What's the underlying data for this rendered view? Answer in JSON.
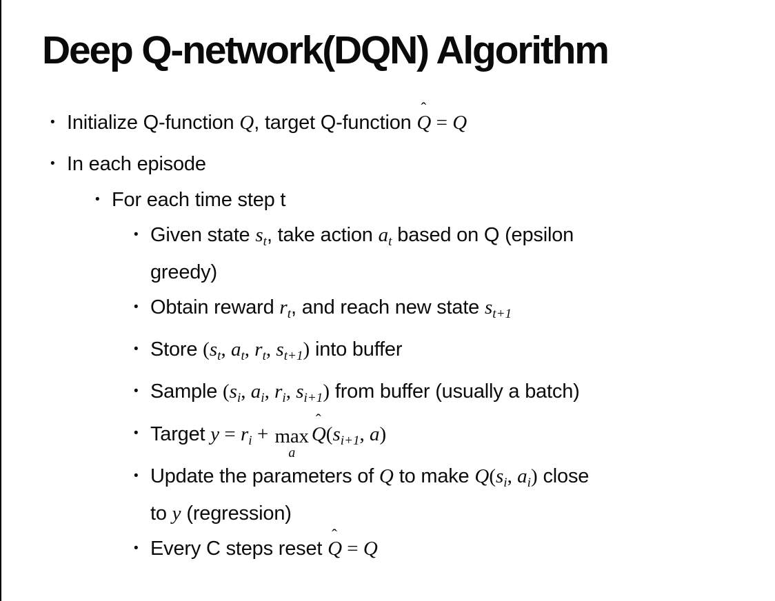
{
  "slide": {
    "title": "Deep Q-network(DQN) Algorithm",
    "bullet_glyph": "•",
    "hat_mark": "ˆ",
    "text_color": "#0b0b0b",
    "background_color": "#ffffff",
    "border_color": "#000000",
    "bullets": [
      {
        "level": 1,
        "seg": [
          {
            "t": "p",
            "v": "Initialize Q-function "
          },
          {
            "t": "i",
            "v": "Q"
          },
          {
            "t": "p",
            "v": ", target Q-function "
          },
          {
            "t": "hat",
            "v": "Q"
          },
          {
            "t": "r",
            "v": " = "
          },
          {
            "t": "i",
            "v": "Q"
          }
        ]
      },
      {
        "level": 1,
        "seg": [
          {
            "t": "p",
            "v": "In each episode"
          }
        ]
      },
      {
        "level": 2,
        "seg": [
          {
            "t": "p",
            "v": "For each time step t"
          }
        ]
      },
      {
        "level": 3,
        "seg": [
          {
            "t": "p",
            "v": "Given state "
          },
          {
            "t": "is",
            "v": "s",
            "sub": "t"
          },
          {
            "t": "p",
            "v": ", take action "
          },
          {
            "t": "is",
            "v": "a",
            "sub": "t"
          },
          {
            "t": "p",
            "v": " based on Q (epsilon"
          },
          {
            "t": "br"
          },
          {
            "t": "p",
            "v": "greedy)"
          }
        ]
      },
      {
        "level": 3,
        "seg": [
          {
            "t": "p",
            "v": "Obtain reward "
          },
          {
            "t": "is",
            "v": "r",
            "sub": "t"
          },
          {
            "t": "p",
            "v": ", and reach new state "
          },
          {
            "t": "is",
            "v": "s",
            "sub": "t+1"
          }
        ]
      },
      {
        "level": 3,
        "seg": [
          {
            "t": "p",
            "v": "Store "
          },
          {
            "t": "r",
            "v": "("
          },
          {
            "t": "is",
            "v": "s",
            "sub": "t"
          },
          {
            "t": "r",
            "v": ", "
          },
          {
            "t": "is",
            "v": "a",
            "sub": "t"
          },
          {
            "t": "r",
            "v": ", "
          },
          {
            "t": "is",
            "v": "r",
            "sub": "t"
          },
          {
            "t": "r",
            "v": ", "
          },
          {
            "t": "is",
            "v": "s",
            "sub": "t+1"
          },
          {
            "t": "r",
            "v": ")"
          },
          {
            "t": "p",
            "v": " into buffer"
          }
        ]
      },
      {
        "level": 3,
        "seg": [
          {
            "t": "p",
            "v": "Sample "
          },
          {
            "t": "r",
            "v": "("
          },
          {
            "t": "is",
            "v": "s",
            "sub": "i"
          },
          {
            "t": "r",
            "v": ", "
          },
          {
            "t": "is",
            "v": "a",
            "sub": "i"
          },
          {
            "t": "r",
            "v": ", "
          },
          {
            "t": "is",
            "v": "r",
            "sub": "i"
          },
          {
            "t": "r",
            "v": ", "
          },
          {
            "t": "is",
            "v": "s",
            "sub": "i+1"
          },
          {
            "t": "r",
            "v": ")"
          },
          {
            "t": "p",
            "v": " from buffer (usually a batch)"
          }
        ]
      },
      {
        "level": 3,
        "seg": [
          {
            "t": "p",
            "v": "Target "
          },
          {
            "t": "i",
            "v": "y"
          },
          {
            "t": "r",
            "v": " = "
          },
          {
            "t": "is",
            "v": "r",
            "sub": "i"
          },
          {
            "t": "r",
            "v": " + "
          },
          {
            "t": "stk",
            "top": "max",
            "bot": "a"
          },
          {
            "t": "hat",
            "v": "Q"
          },
          {
            "t": "r",
            "v": "("
          },
          {
            "t": "is",
            "v": "s",
            "sub": "i+1"
          },
          {
            "t": "r",
            "v": ", "
          },
          {
            "t": "i",
            "v": "a"
          },
          {
            "t": "r",
            "v": ")"
          }
        ]
      },
      {
        "level": 3,
        "seg": [
          {
            "t": "p",
            "v": "Update the parameters of "
          },
          {
            "t": "i",
            "v": "Q"
          },
          {
            "t": "p",
            "v": " to make "
          },
          {
            "t": "i",
            "v": "Q"
          },
          {
            "t": "r",
            "v": "("
          },
          {
            "t": "is",
            "v": "s",
            "sub": "i"
          },
          {
            "t": "r",
            "v": ", "
          },
          {
            "t": "is",
            "v": "a",
            "sub": "i"
          },
          {
            "t": "r",
            "v": ")"
          },
          {
            "t": "p",
            "v": " close"
          },
          {
            "t": "br"
          },
          {
            "t": "p",
            "v": "to "
          },
          {
            "t": "i",
            "v": "y"
          },
          {
            "t": "p",
            "v": " (regression)"
          }
        ]
      },
      {
        "level": 3,
        "seg": [
          {
            "t": "p",
            "v": "Every C steps reset "
          },
          {
            "t": "hat",
            "v": "Q"
          },
          {
            "t": "r",
            "v": " = "
          },
          {
            "t": "i",
            "v": "Q"
          }
        ]
      }
    ]
  }
}
